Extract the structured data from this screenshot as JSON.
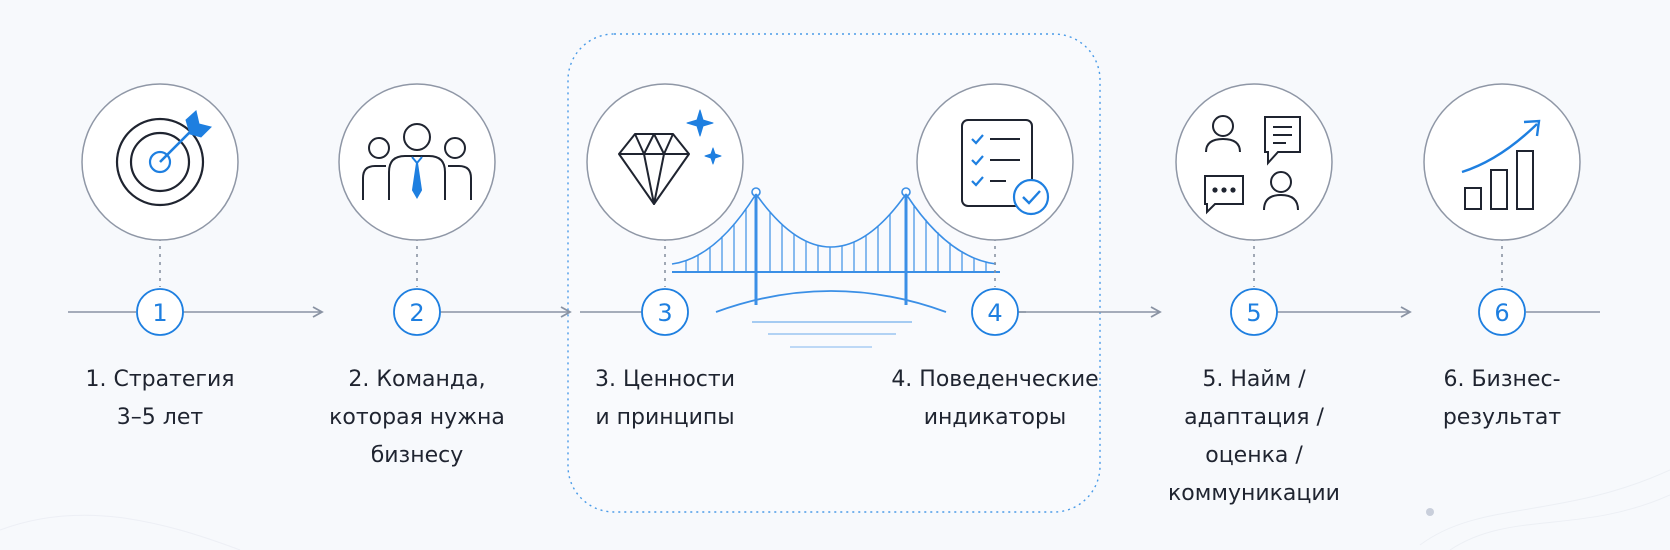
{
  "accent_color": "#1e7fe0",
  "line_color": "#8a93a3",
  "steps": [
    {
      "number": "1",
      "label": "1. Стратегия\n3–5 лет",
      "icon": "target-icon"
    },
    {
      "number": "2",
      "label": "2. Команда,\nкоторая нужна\nбизнесу",
      "icon": "team-icon"
    },
    {
      "number": "3",
      "label": "3. Ценности\nи принципы",
      "icon": "diamond-icon"
    },
    {
      "number": "4",
      "label": "4. Поведенческие\nиндикаторы",
      "icon": "checklist-icon"
    },
    {
      "number": "5",
      "label": "5. Найм /\nадаптация /\nоценка /\nкоммуникации",
      "icon": "people-chat-icon"
    },
    {
      "number": "6",
      "label": "6. Бизнес-\nрезультат",
      "icon": "growth-chart-icon"
    }
  ],
  "highlight_group": {
    "steps": [
      "3",
      "4"
    ],
    "connector_icon": "bridge-icon"
  }
}
